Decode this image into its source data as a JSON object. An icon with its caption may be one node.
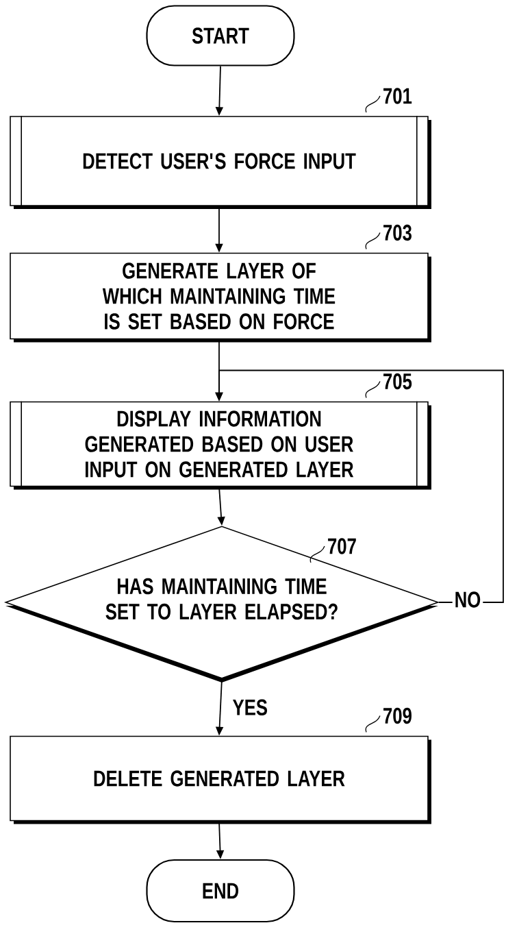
{
  "diagram": {
    "nodes": [
      {
        "text": [
          "START"
        ]
      },
      {
        "text": [
          "DETECT USER'S FORCE INPUT"
        ],
        "beside": [
          "701"
        ]
      },
      {
        "text": [
          "GENERATE LAYER OF WHICH MAINTAINING TIME IS SET BASED ON FORCE"
        ],
        "beside": [
          "703"
        ]
      },
      {
        "text": [
          "DISPLAY INFORMATION GENERATED BASED ON USER INPUT ON GENERATED LAYER"
        ],
        "beside": [
          "705"
        ]
      },
      {
        "text": [
          "HAS MAINTAINING TIME SET TO LAYER ELAPSED?"
        ],
        "beside": [
          "707"
        ]
      },
      {
        "text": [
          "DELETE GENERATED LAYER"
        ],
        "beside": [
          "709"
        ]
      },
      {
        "text": [
          "END"
        ]
      }
    ],
    "edges": [
      {
        "from": 0,
        "to": 1,
        "arrow": "to"
      },
      {
        "from": 1,
        "to": 2,
        "arrow": "to"
      },
      {
        "from": 2,
        "to": 3,
        "arrow": "to"
      },
      {
        "from": 3,
        "to": 4,
        "arrow": "to"
      },
      {
        "from": 4,
        "to": 5,
        "arrow": "to",
        "label": "YES"
      },
      {
        "from": 4,
        "to": 3,
        "arrow": "to",
        "label": "NO"
      },
      {
        "from": 5,
        "to": 6,
        "arrow": "to"
      }
    ]
  }
}
